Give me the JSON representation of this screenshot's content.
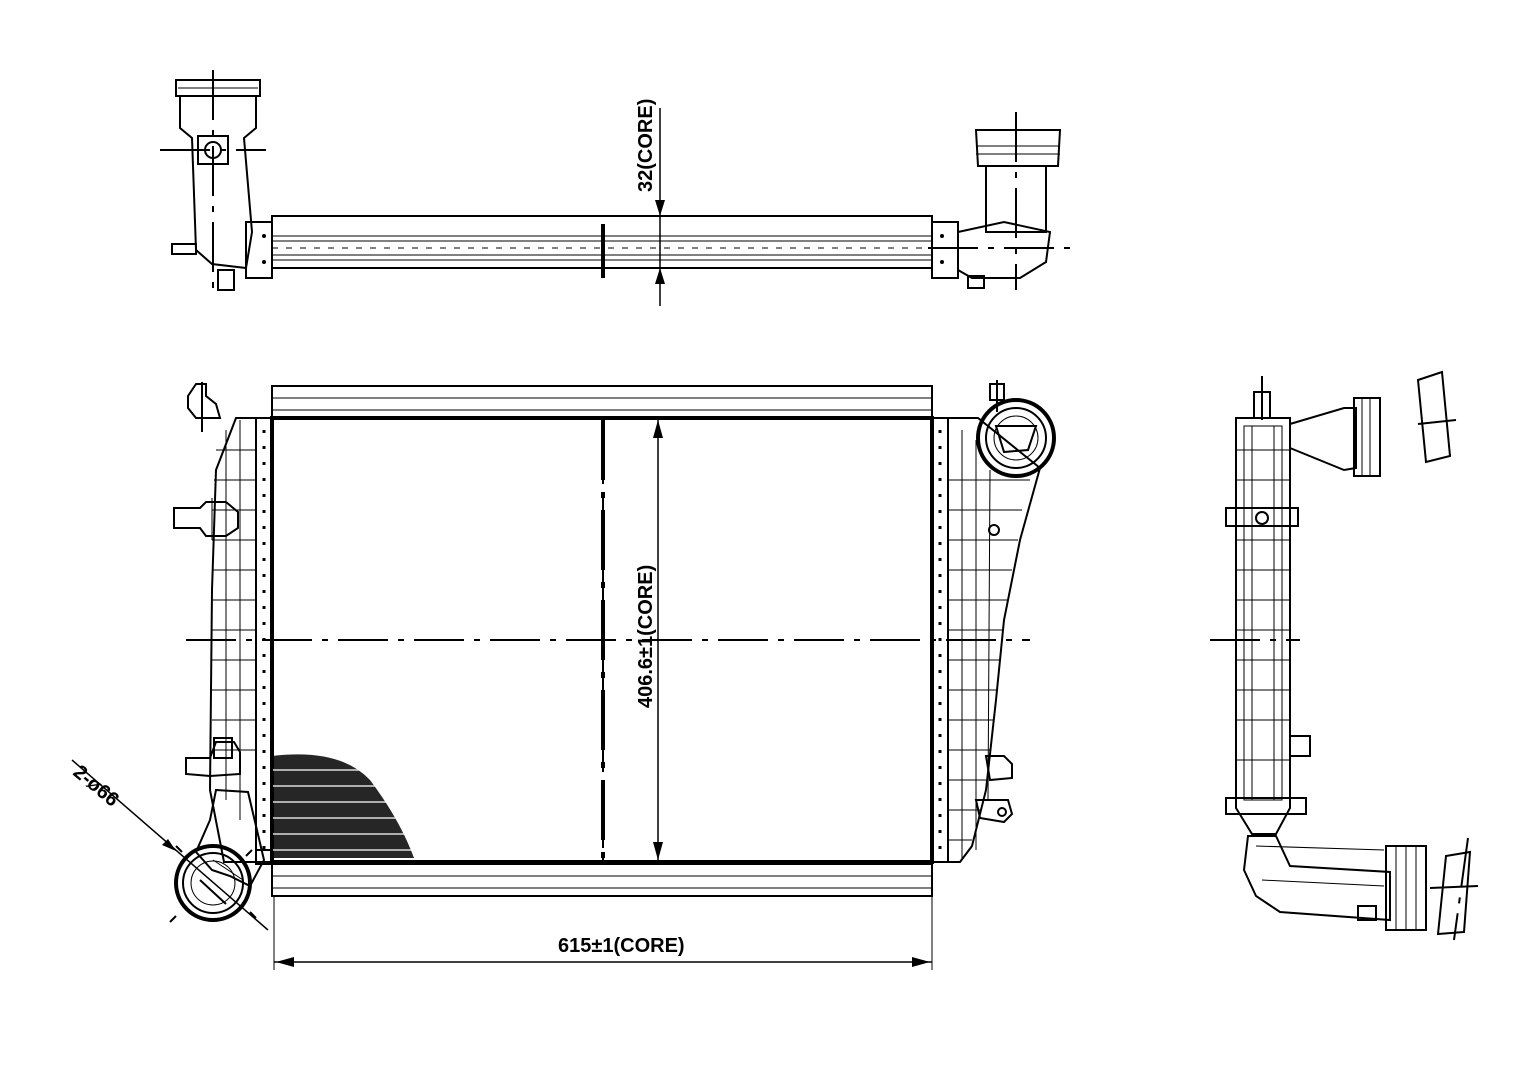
{
  "drawing": {
    "type": "intercooler technical drawing",
    "views": [
      "top",
      "front",
      "side"
    ],
    "dimensions": {
      "core_thickness": "32(CORE)",
      "core_height": "406.6±1(CORE)",
      "core_width": "615±1(CORE)",
      "port_diameter": "2-ø66"
    }
  }
}
